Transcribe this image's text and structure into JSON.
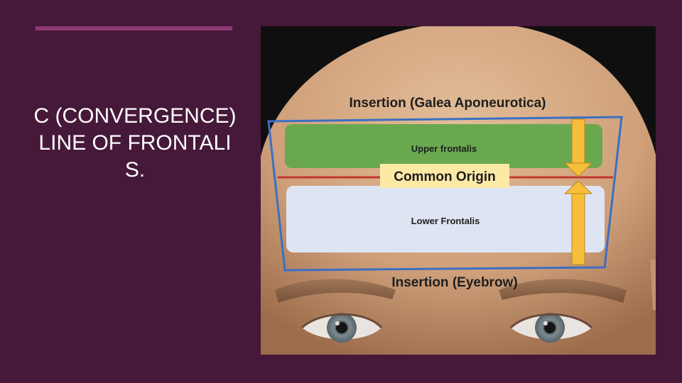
{
  "slide": {
    "title": "C (CONVERGENCE) LINE OF FRONTALIS."
  },
  "figure": {
    "labels": {
      "insertion_top": "Insertion (Galea Aponeurotica)",
      "upper_frontalis": "Upper frontalis",
      "common_origin": "Common Origin",
      "lower_frontalis": "Lower Frontalis",
      "insertion_bottom": "Insertion (Eyebrow)"
    }
  },
  "colors": {
    "background": "#46193a",
    "accent": "#8c3a73",
    "outline_blue": "#3b6fc4",
    "upper_band": "#6aa84f",
    "lower_band": "#dfe4f3",
    "origin_line": "#c0392b",
    "arrow": "#f6be3a",
    "origin_label_bg": "#fde9a6"
  }
}
